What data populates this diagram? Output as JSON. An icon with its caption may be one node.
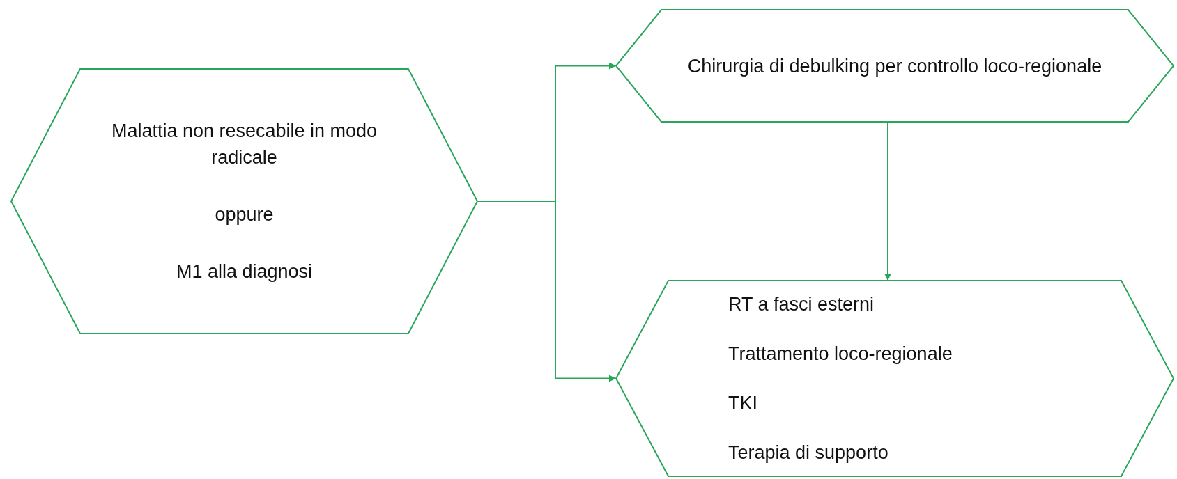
{
  "diagram": {
    "nodes": [
      {
        "text": [
          "Malattia non resecabile in modo radicale",
          "oppure",
          "M1 alla diagnosi"
        ]
      },
      {
        "text": [
          "Chirurgia di debulking per controllo loco-regionale"
        ]
      },
      {
        "text": [
          "RT a fasci esterni",
          "Trattamento loco-regionale",
          "TKI",
          "Terapia di supporto"
        ]
      }
    ],
    "edges": [
      {
        "from": 0,
        "to": 1,
        "arrow": "to"
      },
      {
        "from": 0,
        "to": 2,
        "arrow": "to"
      },
      {
        "from": 1,
        "to": 2,
        "arrow": "to"
      }
    ]
  }
}
